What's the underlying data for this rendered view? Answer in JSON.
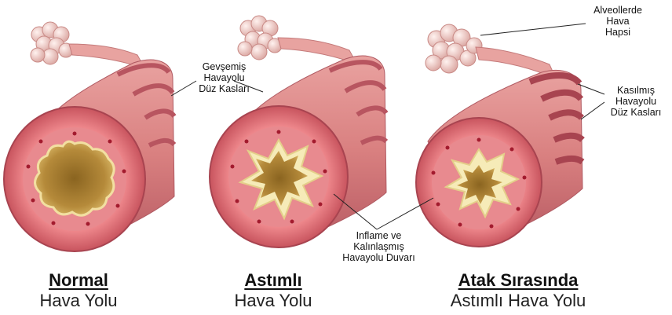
{
  "labels": {
    "relaxed": [
      "Gevşemiş",
      "Havayolu",
      "Düz Kasları"
    ],
    "alveoli": [
      "Alveollerde",
      "Hava",
      "Hapsi"
    ],
    "contracted": [
      "Kasılmış",
      "Havayolu",
      "Düz Kasları"
    ],
    "inflamed": [
      "Inflame ve",
      "Kalınlaşmış",
      "Havayolu Duvarı"
    ]
  },
  "captions": [
    {
      "title": "Normal",
      "subtitle": "Hava Yolu"
    },
    {
      "title": "Astımlı",
      "subtitle": "Hava Yolu"
    },
    {
      "title": "Atak Sırasında",
      "subtitle": "Astımlı Hava Yolu"
    }
  ],
  "colors": {
    "tube": "#d98080",
    "tube_dark": "#b85560",
    "band": "#c4606a",
    "wall": "#e07b82",
    "lumen": "#c9a254",
    "mucus": "#f6ebb8",
    "alveoli": "#f0c9c4",
    "dot": "#a31b2e"
  }
}
